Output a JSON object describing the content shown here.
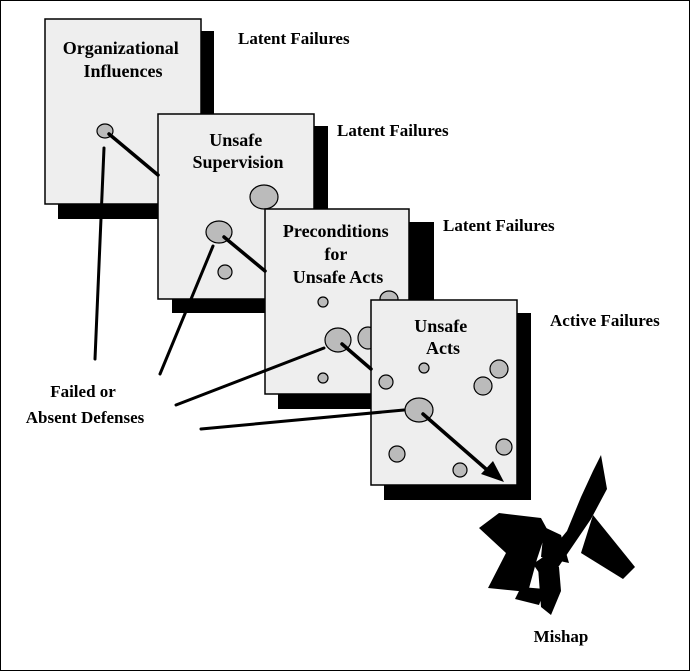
{
  "diagram": {
    "slices": [
      {
        "title_lines": [
          "Organizational",
          "Influences"
        ],
        "failure_label": "Latent Failures"
      },
      {
        "title_lines": [
          "Unsafe",
          "Supervision"
        ],
        "failure_label": "Latent Failures"
      },
      {
        "title_lines": [
          "Preconditions",
          "for",
          "Unsafe Acts"
        ],
        "failure_label": "Latent Failures"
      },
      {
        "title_lines": [
          "Unsafe",
          "Acts"
        ],
        "failure_label": "Active Failures"
      }
    ],
    "defenses_label": [
      "Failed or",
      "Absent Defenses"
    ],
    "outcome_label": "Mishap",
    "colors": {
      "slice_fill": "#eeeeee",
      "hole_fill": "#bbbbbb",
      "shadow": "#000000"
    }
  }
}
